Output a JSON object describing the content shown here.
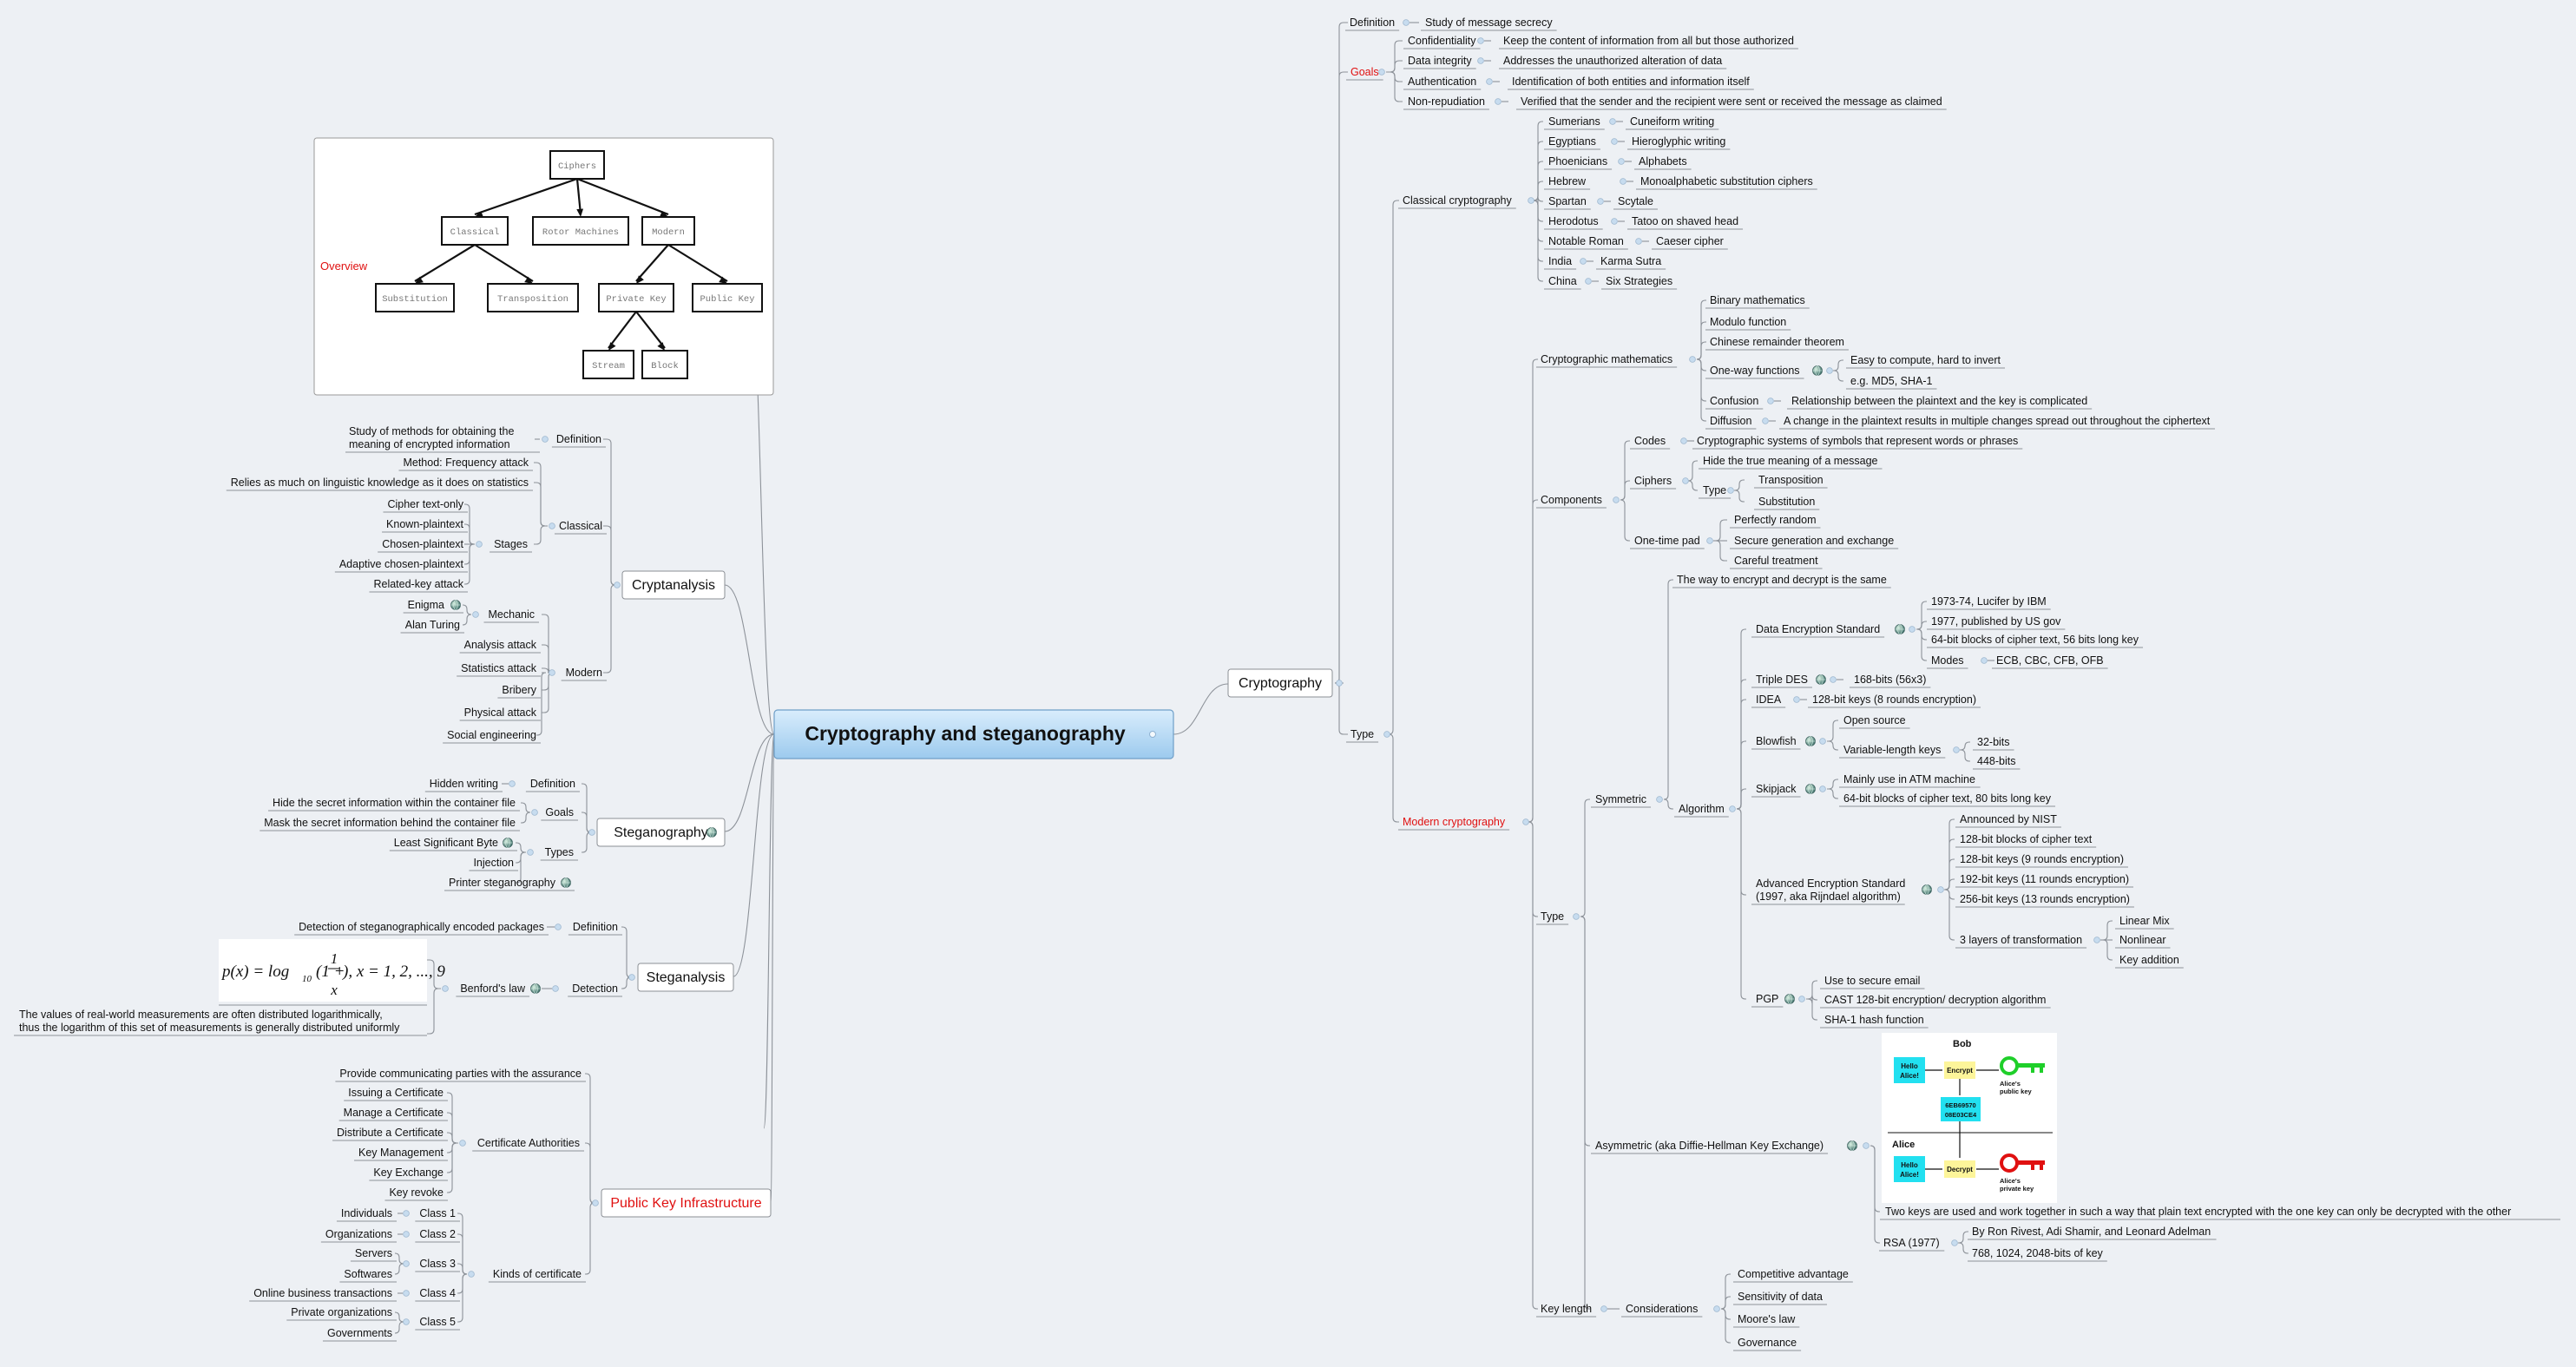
{
  "central": "Cryptography and steganography",
  "colors": {
    "background": "#edf0f4",
    "link": "#8a8f97",
    "red": "#e01010",
    "central_fill_top": "#d7ebfb",
    "central_fill_bottom": "#9ecaee",
    "node_border": "#888888"
  },
  "icons": {
    "node_dot": "circle-icon",
    "attachment": "globe-icon",
    "boxes": "cipher-highlight-box"
  },
  "overview": {
    "label": "Overview",
    "boxes": {
      "ciphers": "Ciphers",
      "classical": "Classical",
      "rotor": "Rotor Machines",
      "modern": "Modern",
      "substitution": "Substitution",
      "transposition": "Transposition",
      "private_key": "Private Key",
      "public_key": "Public Key",
      "stream": "Stream",
      "block": "Block"
    }
  },
  "cryptography": {
    "label": "Cryptography",
    "definition": {
      "label": "Definition",
      "value": "Study of message secrecy"
    },
    "goals": {
      "label": "Goals",
      "items": [
        {
          "label": "Confidentiality",
          "value": "Keep the content of information from all but those authorized"
        },
        {
          "label": "Data integrity",
          "value": "Addresses the unauthorized alteration of data"
        },
        {
          "label": "Authentication",
          "value": "Identification of both entities and information itself"
        },
        {
          "label": "Non-repudiation",
          "value": "Verified that the sender and the recipient were sent or received the message as claimed"
        }
      ]
    },
    "type": {
      "label": "Type",
      "classical": {
        "label": "Classical cryptography",
        "items": [
          {
            "label": "Sumerians",
            "value": "Cuneiform writing"
          },
          {
            "label": "Egyptians",
            "value": "Hieroglyphic writing"
          },
          {
            "label": "Phoenicians",
            "value": "Alphabets"
          },
          {
            "label": "Hebrew",
            "value": "Monoalphabetic substitution ciphers"
          },
          {
            "label": "Spartan",
            "value": "Scytale"
          },
          {
            "label": "Herodotus",
            "value": "Tatoo on shaved head"
          },
          {
            "label": "Notable Roman",
            "value": "Caeser cipher"
          },
          {
            "label": "India",
            "value": "Karma Sutra"
          },
          {
            "label": "China",
            "value": "Six Strategies"
          }
        ]
      },
      "modern": {
        "label": "Modern cryptography",
        "math": {
          "label": "Cryptographic mathematics",
          "binary": "Binary mathematics",
          "modulo": "Modulo function",
          "crt": "Chinese remainder theorem",
          "oneway": {
            "label": "One-way functions",
            "items": [
              "Easy to compute, hard to invert",
              "e.g. MD5, SHA-1"
            ]
          },
          "confusion": {
            "label": "Confusion",
            "value": "Relationship between the plaintext and the key is complicated"
          },
          "diffusion": {
            "label": "Diffusion",
            "value": "A change in the plaintext results in multiple changes spread out throughout the ciphertext"
          }
        },
        "components": {
          "label": "Components",
          "codes": {
            "label": "Codes",
            "value": "Cryptographic systems of symbols that represent words or phrases"
          },
          "ciphers": {
            "label": "Ciphers",
            "hide": "Hide the true meaning of a message",
            "type_label": "Type",
            "types": [
              "Transposition",
              "Substitution"
            ]
          },
          "otp": {
            "label": "One-time pad",
            "items": [
              "Perfectly random",
              "Secure generation and exchange",
              "Careful treatment"
            ]
          }
        },
        "type": {
          "label": "Type",
          "symmetric": {
            "label": "Symmetric",
            "desc": "The way to encrypt and decrypt is the same",
            "algorithm": {
              "label": "Algorithm",
              "des": {
                "label": "Data Encryption Standard",
                "items": [
                  "1973-74, Lucifer by IBM",
                  "1977, published by US gov",
                  "64-bit blocks of cipher text, 56 bits long key"
                ],
                "modes_label": "Modes",
                "modes": "ECB, CBC, CFB, OFB"
              },
              "tdes": {
                "label": "Triple DES",
                "value": "168-bits (56x3)"
              },
              "idea": {
                "label": "IDEA",
                "value": "128-bit keys (8 rounds encryption)"
              },
              "blowfish": {
                "label": "Blowfish",
                "open": "Open source",
                "var_label": "Variable-length keys",
                "var": [
                  "32-bits",
                  "448-bits"
                ]
              },
              "skipjack": {
                "label": "Skipjack",
                "items": [
                  "Mainly use in ATM machine",
                  "64-bit blocks of cipher text, 80 bits long key"
                ]
              },
              "aes": {
                "label1": "Advanced Encryption Standard",
                "label2": "(1997, aka Rijndael algorithm)",
                "items": [
                  "Announced by NIST",
                  "128-bit blocks of cipher text",
                  "128-bit keys (9 rounds encryption)",
                  "192-bit keys (11 rounds encryption)",
                  "256-bit keys (13 rounds encryption)"
                ],
                "layers_label": "3 layers of transformation",
                "layers": [
                  "Linear Mix",
                  "Nonlinear",
                  "Key addition"
                ]
              },
              "pgp": {
                "label": "PGP",
                "items": [
                  "Use to secure email",
                  "CAST 128-bit encryption/ decryption algorithm",
                  "SHA-1 hash function"
                ]
              }
            }
          },
          "asymmetric": {
            "label": "Asymmetric (aka Diffie-Hellman Key Exchange)",
            "desc": "Two keys are used and work together in such a way that plain text encrypted with the one key can only be decrypted with the other",
            "rsa": {
              "label": "RSA (1977)",
              "items": [
                "By Ron Rivest, Adi Shamir, and Leonard Adelman",
                "768, 1024, 2048-bits of key"
              ]
            },
            "figure": {
              "bob": "Bob",
              "alice": "Alice",
              "hello": [
                "Hello",
                "Alice!"
              ],
              "encrypt": "Encrypt",
              "decrypt": "Decrypt",
              "cipher": [
                "6EB69570",
                "08E03CE4"
              ],
              "pub": [
                "Alice's",
                "public key"
              ],
              "priv": [
                "Alice's",
                "private key"
              ]
            }
          }
        },
        "keylength": {
          "label": "Key length",
          "considerations": "Considerations",
          "items": [
            "Competitive advantage",
            "Sensitivity of data",
            "Moore's law",
            "Governance"
          ]
        }
      }
    }
  },
  "cryptanalysis": {
    "label": "Cryptanalysis",
    "definition": {
      "label": "Definition",
      "value": [
        "Study of methods for obtaining the",
        "meaning of encrypted information"
      ]
    },
    "classical": {
      "label": "Classical",
      "method": "Method: Frequency attack",
      "relies": "Relies as much on linguistic knowledge as it does on statistics",
      "stages_label": "Stages",
      "stages": [
        "Cipher text-only",
        "Known-plaintext",
        "Chosen-plaintext",
        "Adaptive chosen-plaintext",
        "Related-key attack"
      ]
    },
    "modern": {
      "label": "Modern",
      "mechanic": "Mechanic",
      "mech": [
        "Enigma",
        "Alan Turing"
      ],
      "items": [
        "Analysis attack",
        "Statistics attack",
        "Bribery",
        "Physical attack",
        "Social engineering"
      ]
    }
  },
  "steganography": {
    "label": "Steganography",
    "definition": {
      "label": "Definition",
      "value": "Hidden writing"
    },
    "goals": {
      "label": "Goals",
      "items": [
        "Hide the secret information within the container file",
        "Mask the secret information behind the container file"
      ]
    },
    "types": {
      "label": "Types",
      "items": [
        "Least Significant Byte",
        "Injection",
        "Printer steganography"
      ]
    }
  },
  "steganalysis": {
    "label": "Steganalysis",
    "definition": {
      "label": "Definition",
      "value": "Detection of steganographically encoded packages"
    },
    "detection": {
      "label": "Detection",
      "benford": "Benford's law",
      "note": [
        "The values of real-world measurements are often distributed logarithmically,",
        "thus the logarithm of this set of measurements is generally distributed uniformly"
      ],
      "formula": {
        "lhs": "p(x) = log",
        "sub": "10",
        "open": "(1 +",
        "num": "1",
        "den": "x",
        "close": "), x = 1, 2, ..., 9"
      }
    }
  },
  "pki": {
    "label": "Public Key Infrastructure",
    "provide": "Provide communicating parties with the assurance",
    "ca": {
      "label": "Certificate Authorities",
      "items": [
        "Issuing a Certificate",
        "Manage a Certificate",
        "Distribute a Certificate",
        "Key Management",
        "Key Exchange",
        "Key revoke"
      ]
    },
    "kinds": {
      "label": "Kinds of certificate",
      "classes": [
        {
          "label": "Class 1",
          "items": [
            "Individuals"
          ]
        },
        {
          "label": "Class 2",
          "items": [
            "Organizations"
          ]
        },
        {
          "label": "Class 3",
          "items": [
            "Servers",
            "Softwares"
          ]
        },
        {
          "label": "Class 4",
          "items": [
            "Online business transactions"
          ]
        },
        {
          "label": "Class 5",
          "items": [
            "Private organizations",
            "Governments"
          ]
        }
      ]
    }
  }
}
